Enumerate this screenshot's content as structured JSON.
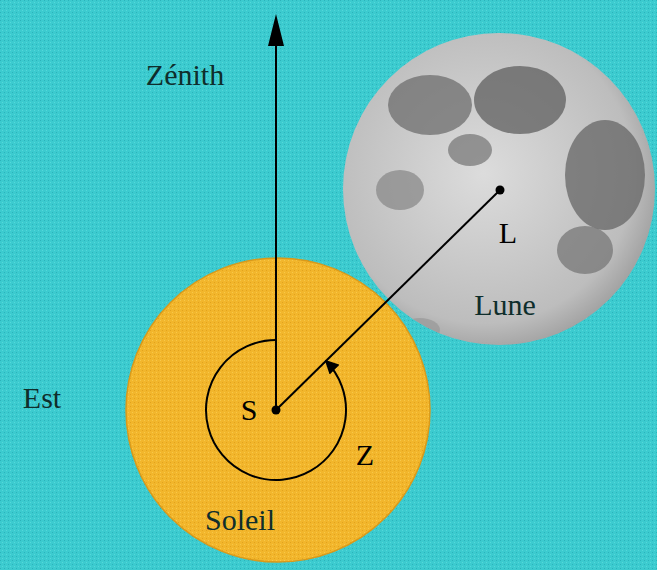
{
  "diagram": {
    "nodes": [
      {
        "text": [
          "S",
          "Soleil"
        ]
      },
      {
        "text": [
          "L",
          "Lune"
        ]
      }
    ],
    "labels": [
      "Zénith",
      "Est",
      "Z"
    ]
  }
}
